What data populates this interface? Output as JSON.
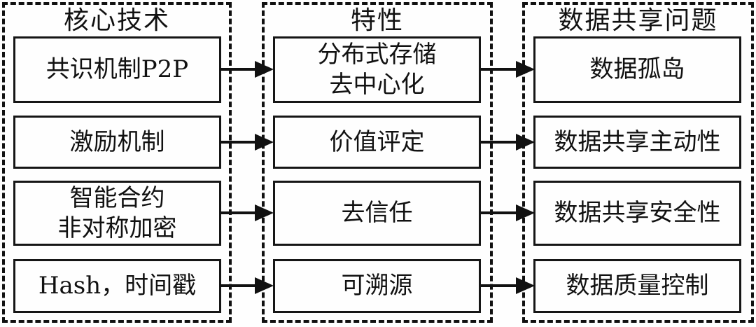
{
  "diagram": {
    "title_implied": "",
    "colors": {
      "text": "#111111",
      "border": "#111111",
      "background": "#fefefe"
    },
    "columns": [
      {
        "header": "核心技术",
        "boxes": [
          {
            "lines": [
              "共识机制P2P"
            ]
          },
          {
            "lines": [
              "激励机制"
            ]
          },
          {
            "lines": [
              "智能合约",
              "非对称加密"
            ]
          },
          {
            "lines": [
              "Hash，时间戳"
            ]
          }
        ]
      },
      {
        "header": "特性",
        "boxes": [
          {
            "lines": [
              "分布式存储",
              "去中心化"
            ]
          },
          {
            "lines": [
              "价值评定"
            ]
          },
          {
            "lines": [
              "去信任"
            ]
          },
          {
            "lines": [
              "可溯源"
            ]
          }
        ]
      },
      {
        "header": "数据共享问题",
        "boxes": [
          {
            "lines": [
              "数据孤岛"
            ]
          },
          {
            "lines": [
              "数据共享主动性"
            ]
          },
          {
            "lines": [
              "数据共享安全性"
            ]
          },
          {
            "lines": [
              "数据质量控制"
            ]
          }
        ]
      }
    ],
    "connections": [
      {
        "from": "共识机制P2P",
        "to": "分布式存储 去中心化"
      },
      {
        "from": "激励机制",
        "to": "价值评定"
      },
      {
        "from": "智能合约 非对称加密",
        "to": "去信任"
      },
      {
        "from": "Hash，时间戳",
        "to": "可溯源"
      },
      {
        "from": "分布式存储 去中心化",
        "to": "数据孤岛"
      },
      {
        "from": "价值评定",
        "to": "数据共享主动性"
      },
      {
        "from": "去信任",
        "to": "数据共享安全性"
      },
      {
        "from": "可溯源",
        "to": "数据质量控制"
      }
    ]
  }
}
